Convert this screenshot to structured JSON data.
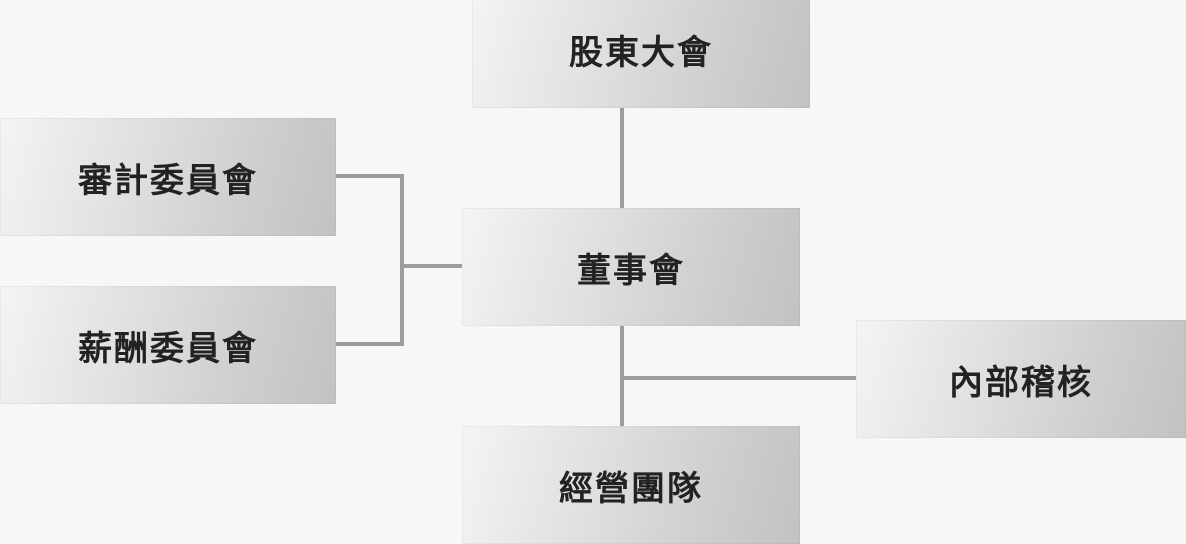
{
  "diagram": {
    "nodes": {
      "shareholders": "股東大會",
      "board": "董事會",
      "audit_committee": "審計委員會",
      "remuneration_committee": "薪酬委員會",
      "internal_audit": "內部稽核",
      "management": "經營團隊"
    }
  }
}
